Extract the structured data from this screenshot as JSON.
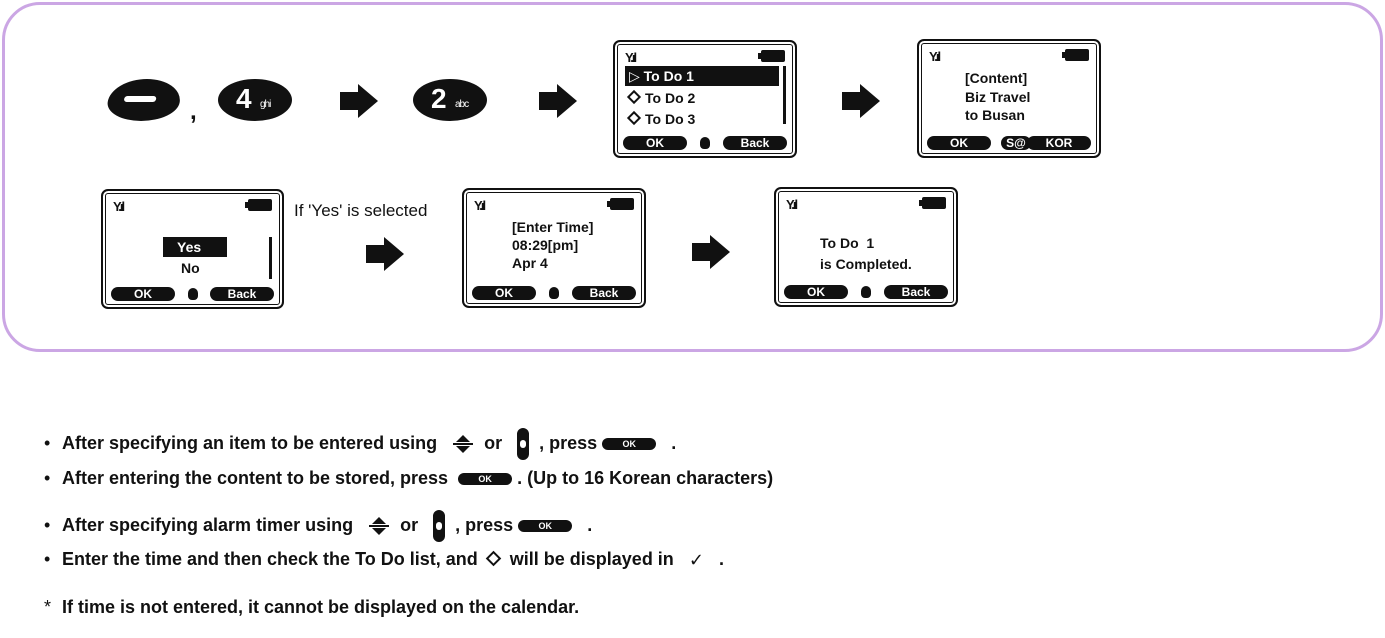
{
  "flow_top": {
    "key4": {
      "digit": "4",
      "letters": "ghi"
    },
    "key2": {
      "digit": "2",
      "letters": "abc"
    },
    "comma": ",",
    "screen_list": {
      "items": [
        "To Do 1",
        "To Do 2",
        "To Do 3"
      ],
      "left_soft": "OK",
      "right_soft": "Back"
    },
    "screen_content": {
      "lines": [
        "[Content]",
        "Biz Travel",
        "to Busan"
      ],
      "left_soft": "OK",
      "mid_soft": "S@",
      "right_soft": "KOR"
    }
  },
  "flow_bottom": {
    "screen_confirm": {
      "options": [
        "Yes",
        "No"
      ],
      "left_soft": "OK",
      "right_soft": "Back"
    },
    "if_label": "If 'Yes' is selected",
    "screen_time": {
      "lines": [
        "[Enter Time]",
        "08:29[pm]",
        "Apr 4"
      ],
      "left_soft": "OK",
      "right_soft": "Back"
    },
    "screen_done": {
      "lines": [
        "To Do  1",
        "is Completed."
      ],
      "left_soft": "OK",
      "right_soft": "Back"
    }
  },
  "instructions": {
    "bullet": "•",
    "line1": {
      "a": "After specifying an item to be entered using",
      "or": "or",
      "press": ", press",
      "end": "."
    },
    "line2": {
      "a": "After entering the content to be stored, press",
      "b": ". (Up to 16 Korean characters)"
    },
    "line3": {
      "a": "After specifying alarm timer using",
      "or": "or",
      "press": ", press",
      "end": "."
    },
    "line4": {
      "a": "Enter the time and then check the To Do list, and",
      "b": "will be displayed in",
      "check": "✓",
      "end": "."
    },
    "note_mark": "*",
    "note": "If time is not entered, it cannot be displayed on the calendar.",
    "ok_label": "OK"
  },
  "colors": {
    "panel_border": "#cba6e4",
    "ink": "#111111"
  }
}
